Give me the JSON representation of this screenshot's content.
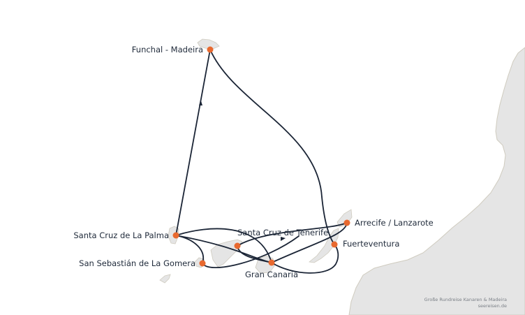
{
  "map": {
    "land_color": "#e5e5e5",
    "coast_color": "#cfcbbf",
    "route_color": "#1b2536",
    "marker_color": "#e8692f"
  },
  "ports": [
    {
      "id": "funchal",
      "name": "Funchal - Madeira"
    },
    {
      "id": "la_palma",
      "name": "Santa Cruz de La Palma"
    },
    {
      "id": "la_gomera",
      "name": "San Sebastián de La Gomera"
    },
    {
      "id": "tenerife",
      "name": "Santa Cruz de Tenerife"
    },
    {
      "id": "gran_canaria",
      "name": "Gran Canaria"
    },
    {
      "id": "lanzarote",
      "name": "Arrecife / Lanzarote"
    },
    {
      "id": "fuerteventura",
      "name": "Fuerteventura"
    }
  ],
  "credit": {
    "line1": "Große Rundreise Kanaren & Madeira",
    "line2": "seereisen.de"
  }
}
